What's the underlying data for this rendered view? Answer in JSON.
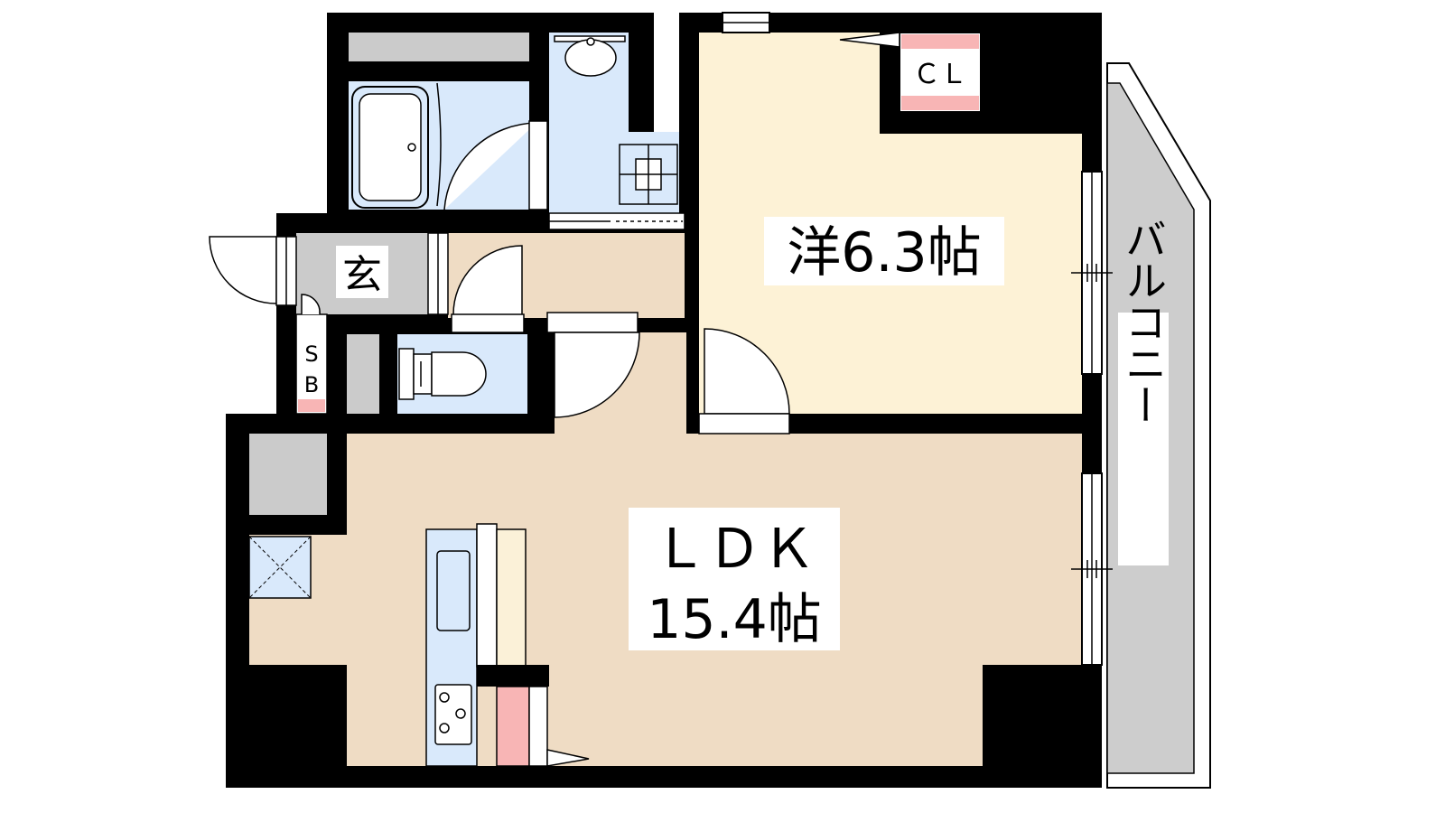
{
  "rooms": {
    "western_room": "洋6.3帖",
    "ldk_name": "ＬＤＫ",
    "ldk_size": "15.4帖",
    "entrance": "玄",
    "closet": "ＣＬ",
    "shoe_box_top": "S",
    "shoe_box_bottom": "B",
    "balcony": "バルコニー"
  },
  "colors": {
    "wall": "#000000",
    "floor_ldk": "#efdcc4",
    "floor_western": "#fdf2d6",
    "wet_area": "#d9e9fb",
    "storage_gray": "#cbcbcb",
    "balcony_gray": "#cdcdcd",
    "closet_pink": "#f8b5b5",
    "counter_cream": "#fbf1d8"
  }
}
